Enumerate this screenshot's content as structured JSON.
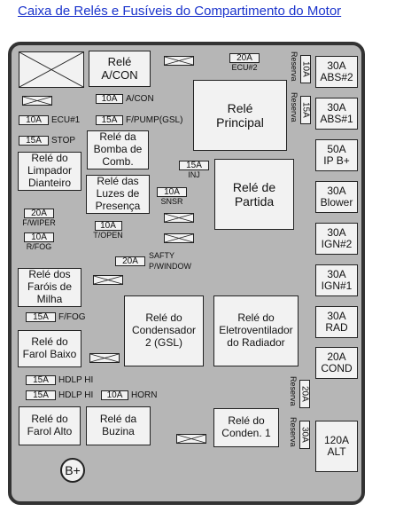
{
  "title": "Caixa de Relés e Fusíveis do Compartimento do Motor",
  "relays": {
    "acon": [
      "Relé",
      "A/CON"
    ],
    "principal": [
      "Relé",
      "Principal"
    ],
    "bomba": [
      "Relé da",
      "Bomba de",
      "Comb."
    ],
    "limpador": [
      "Relé do",
      "Limpador",
      "Dianteiro"
    ],
    "luzes": [
      "Relé das",
      "Luzes de",
      "Presença"
    ],
    "partida": [
      "Relé de",
      "Partida"
    ],
    "farois_milha": [
      "Relé dos",
      "Faróis de",
      "Milha"
    ],
    "condensador2": [
      "Relé do",
      "Condensador",
      "2 (GSL)"
    ],
    "eletroventilador": [
      "Relé do",
      "Eletroventilador",
      "do Radiador"
    ],
    "farol_baixo": [
      "Relé do",
      "Farol Baixo"
    ],
    "farol_alto": [
      "Relé do",
      "Farol Alto"
    ],
    "buzina": [
      "Relé da",
      "Buzina"
    ],
    "conden1": [
      "Relé do",
      "Conden. 1"
    ]
  },
  "fuses": {
    "ecu2": {
      "rating": "20A",
      "label": "ECU#2"
    },
    "acon": {
      "rating": "10A",
      "label": "A/CON"
    },
    "ecu1": {
      "rating": "10A",
      "label": "ECU#1"
    },
    "fpump": {
      "rating": "15A",
      "label": "F/PUMP(GSL)"
    },
    "stop": {
      "rating": "15A",
      "label": "STOP"
    },
    "inj": {
      "rating": "15A",
      "label": "INJ"
    },
    "snsr": {
      "rating": "10A",
      "label": "SNSR"
    },
    "fwiper": {
      "rating": "20A",
      "label": "F/WIPER"
    },
    "rfog": {
      "rating": "10A",
      "label": "R/FOG"
    },
    "topen": {
      "rating": "10A",
      "label": "T/OPEN"
    },
    "safty": {
      "rating": "20A",
      "label_1": "SAFTY",
      "label_2": "P/WINDOW"
    },
    "ffog": {
      "rating": "15A",
      "label": "F/FOG"
    },
    "hdlp_hi_1": {
      "rating": "15A",
      "label": "HDLP HI"
    },
    "hdlp_hi_2": {
      "rating": "15A",
      "label": "HDLP HI"
    },
    "horn": {
      "rating": "10A",
      "label": "HORN"
    }
  },
  "reserve_fuses": {
    "r1": {
      "rating": "10A",
      "label": "Reserva"
    },
    "r2": {
      "rating": "15A",
      "label": "Reserva"
    },
    "r3": {
      "rating": "20A",
      "label": "Reserva"
    },
    "r4": {
      "rating": "30A",
      "label": "Reserva"
    }
  },
  "maxi_fuses": {
    "abs2": [
      "30A",
      "ABS#2"
    ],
    "abs1": [
      "30A",
      "ABS#1"
    ],
    "ipb": [
      "50A",
      "IP B+"
    ],
    "blower": [
      "30A",
      "Blower"
    ],
    "ign2": [
      "30A",
      "IGN#2"
    ],
    "ign1": [
      "30A",
      "IGN#1"
    ],
    "rad": [
      "30A",
      "RAD"
    ],
    "cond": [
      "20A",
      "COND"
    ],
    "alt": [
      "120A",
      "ALT"
    ]
  },
  "terminal": "B+"
}
